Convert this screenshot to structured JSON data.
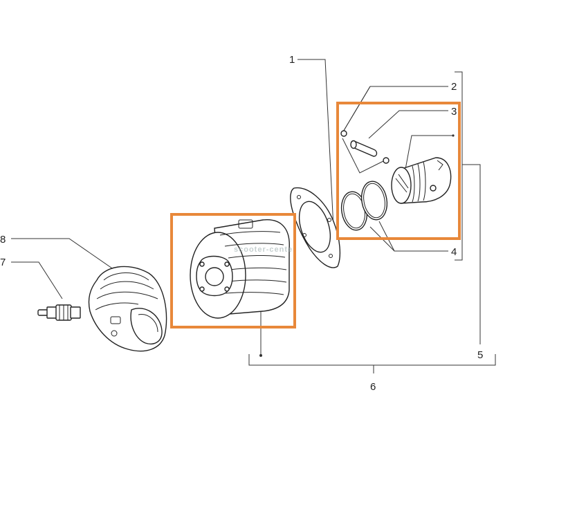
{
  "callouts": {
    "c1": "1",
    "c2": "2",
    "c3": "3",
    "c4": "4",
    "c5": "5",
    "c6": "6",
    "c7": "7",
    "c8": "8"
  },
  "watermark": "scooter-center",
  "colors": {
    "highlight": "#e8883a",
    "line": "#333333"
  }
}
